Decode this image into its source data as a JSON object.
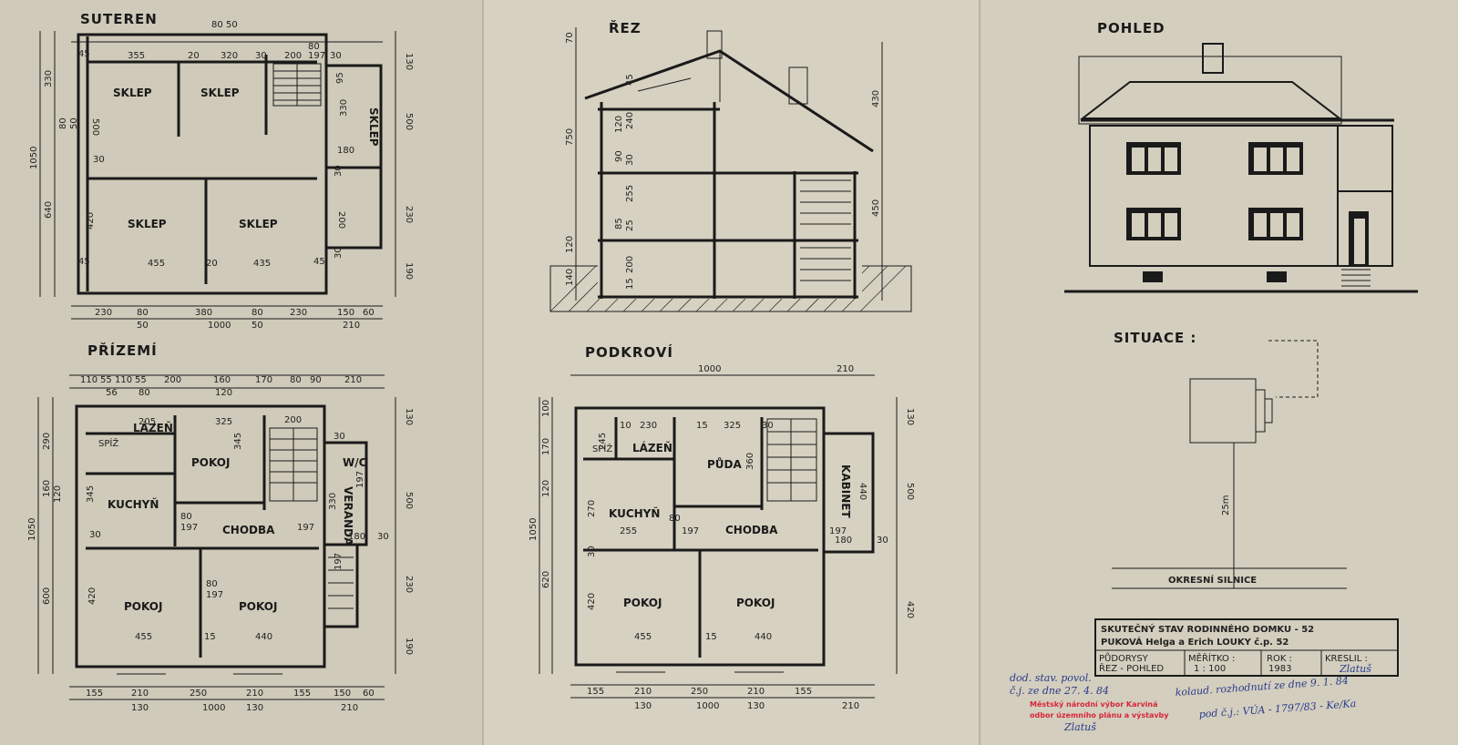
{
  "sheets": {
    "suteren": {
      "title": "SUTEREN",
      "rooms": [
        "SKLEP",
        "SKLEP",
        "SKLEP",
        "SKLEP",
        "SKLEP"
      ],
      "dims_top": [
        "80",
        "50",
        "355",
        "20",
        "320",
        "30",
        "200",
        "197",
        "30",
        "80"
      ],
      "dims_bottom": [
        "230",
        "80",
        "380",
        "80",
        "230",
        "150",
        "60"
      ],
      "dims_bottom2": [
        "50",
        "50",
        "1000",
        "210"
      ],
      "dims_left": [
        "330",
        "1050",
        "640",
        "80",
        "50"
      ],
      "dims_right": [
        "130",
        "500",
        "230",
        "190"
      ],
      "dims_inner": [
        "500",
        "30",
        "420",
        "455",
        "20",
        "435",
        "45",
        "45",
        "45",
        "330",
        "180",
        "95",
        "200",
        "30",
        "30"
      ]
    },
    "prizemi": {
      "title": "PŘÍZEMÍ",
      "rooms": [
        "LÁZEŇ",
        "POKOJ",
        "KUCHYŇ",
        "CHODBA",
        "W/C",
        "VERANDA",
        "POKOJ",
        "POKOJ",
        "SPÍŽ"
      ],
      "dims_top": [
        "110",
        "55",
        "110",
        "55",
        "200",
        "160",
        "170",
        "80",
        "90",
        "210"
      ],
      "dims_top2": [
        "56",
        "80",
        "120"
      ],
      "dims_bottom": [
        "155",
        "210",
        "250",
        "210",
        "155",
        "150",
        "60"
      ],
      "dims_bottom2": [
        "130",
        "1000",
        "130",
        "210"
      ],
      "dims_left": [
        "290",
        "160",
        "120",
        "1050",
        "600"
      ],
      "dims_right": [
        "130",
        "500",
        "230",
        "190"
      ],
      "dims_inner": [
        "325",
        "345",
        "205",
        "345",
        "30",
        "80",
        "197",
        "420",
        "455",
        "15",
        "440",
        "80",
        "197",
        "330",
        "197",
        "197",
        "30",
        "180",
        "30",
        "200",
        "197"
      ]
    },
    "rez": {
      "title": "ŘEZ",
      "dims": [
        "70",
        "750",
        "120",
        "140",
        "430",
        "450",
        "45",
        "240",
        "120",
        "90",
        "30",
        "255",
        "85",
        "25",
        "200",
        "15"
      ]
    },
    "podkrovi": {
      "title": "PODKROVÍ",
      "rooms": [
        "SPÍŽ",
        "LÁZEŇ",
        "PŮDA",
        "KUCHYŇ",
        "CHODBA",
        "KABINET",
        "POKOJ",
        "POKOJ"
      ],
      "dims_top": [
        "1000",
        "210"
      ],
      "dims_bottom": [
        "155",
        "210",
        "250",
        "210",
        "155"
      ],
      "dims_bottom2": [
        "130",
        "1000",
        "130",
        "210"
      ],
      "dims_left": [
        "100",
        "170",
        "120",
        "1050",
        "620",
        "30",
        "270"
      ],
      "dims_right": [
        "130",
        "500",
        "420"
      ],
      "dims_inner": [
        "10",
        "230",
        "15",
        "325",
        "30",
        "245",
        "360",
        "255",
        "440",
        "420",
        "455",
        "15",
        "440",
        "80",
        "197",
        "180",
        "30",
        "197"
      ]
    },
    "pohled": {
      "title": "POHLED"
    },
    "situace": {
      "title": "SITUACE :",
      "distance": "25m",
      "road": "OKRESNÍ   SILNICE"
    }
  },
  "title_block": {
    "line1": "SKUTEČNÝ STAV RODINNÉHO DOMKU - 52",
    "line2": "PUKOVÁ Helga a Erich  LOUKY č.p. 52",
    "cells": [
      {
        "label": "PŮDORYSY",
        "value": "ŘEZ - POHLED"
      },
      {
        "label": "MĚŘÍTKO :",
        "value": "1 : 100"
      },
      {
        "label": "ROK :",
        "value": "1983"
      },
      {
        "label": "KRESLIL :",
        "value": "Zlatuš"
      }
    ]
  },
  "annotations": {
    "handwritten_left": "dod. stav. povol.",
    "handwritten_left2": "č.j. ze dne 27. 4. 84",
    "handwritten_right": "kolaud. rozhodnutí ze dne 9. 1. 84",
    "handwritten_right2": "pod č.j.: VÚA - 1797/83 - Ke/Ka",
    "stamp_line1": "Městský národní výbor Karviná",
    "stamp_line2": "odbor územního plánu a výstavby",
    "stamp_sign": "Zlatuš"
  },
  "colors": {
    "ink": "#1a1a1a",
    "paper": "#d2cdbd",
    "stamp": "#d8263a",
    "pen": "#2a3a8c"
  }
}
